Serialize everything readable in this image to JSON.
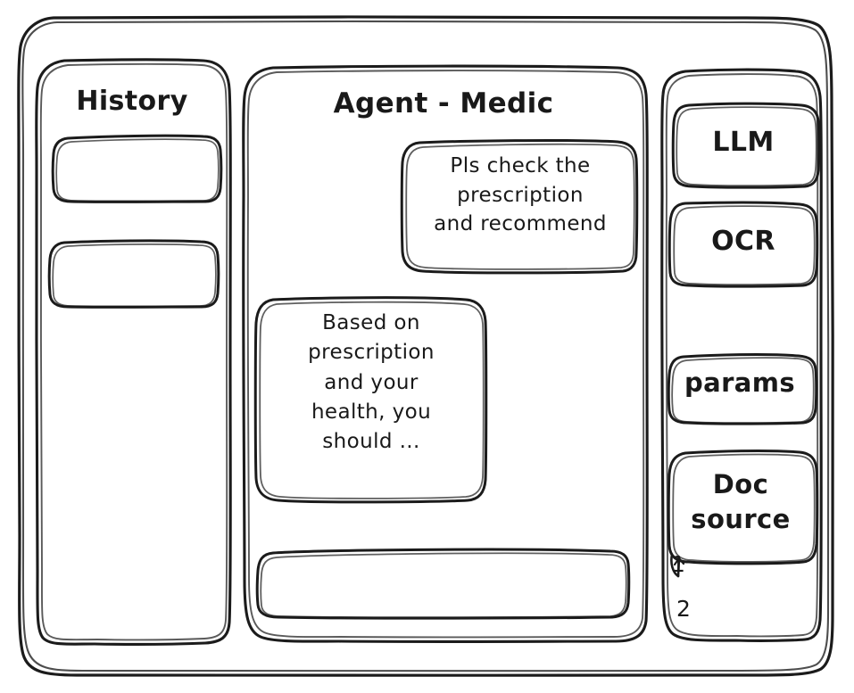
{
  "window": {
    "name": "agent-wireframe-window",
    "style": "hand-drawn-wireframe",
    "background_color": "#ffffff",
    "stroke_color": "#1b1b1b"
  },
  "sidebar_left": {
    "title": "History",
    "items": [
      {
        "label": "",
        "name": "history-item-1"
      },
      {
        "label": "",
        "name": "history-item-2"
      }
    ]
  },
  "main": {
    "title": "Agent - Medic",
    "messages": [
      {
        "role": "user",
        "text": "Pls check the\nprescription\nand recommend"
      },
      {
        "role": "agent",
        "text": "Based on\nprescription\nand your\nhealth, you\nshould ..."
      }
    ],
    "composer": {
      "value": "",
      "placeholder": ""
    }
  },
  "sidebar_right": {
    "buttons": [
      {
        "label": "LLM",
        "name": "llm-button"
      },
      {
        "label": "OCR",
        "name": "ocr-button"
      },
      {
        "label": "params",
        "name": "params-button"
      },
      {
        "label": "Doc\nsource",
        "name": "doc-source-button"
      }
    ],
    "doc_list": [
      {
        "label": "1"
      },
      {
        "label": "2"
      }
    ]
  }
}
